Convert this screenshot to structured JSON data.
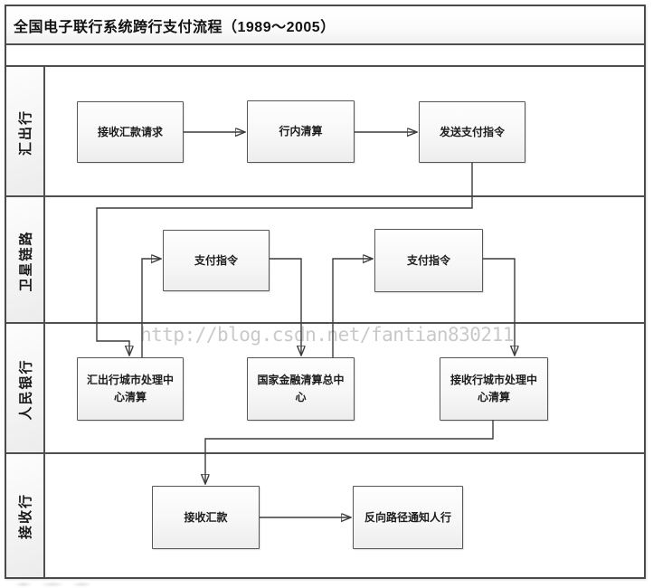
{
  "title": "全国电子联行系统跨行支付流程（1989～2005）",
  "watermark": "http://blog.csdn.net/fantian830211",
  "colors": {
    "frame_border": "#4a4a4a",
    "node_border": "#565656",
    "connector": "#3c3c3c",
    "watermark_text": "#c9c9c9"
  },
  "lanes": [
    {
      "label": "汇出行"
    },
    {
      "label": "卫星链路"
    },
    {
      "label": "人民银行"
    },
    {
      "label": "接收行"
    }
  ],
  "nodes": {
    "receive_request": "接收汇款请求",
    "intrabank_clearing": "行内清算",
    "send_instruction": "发送支付指令",
    "payment_instruction_1": "支付指令",
    "payment_instruction_2": "支付指令",
    "remitting_city_center": "汇出行城市处理中心清算",
    "national_clearing_center": "国家金融清算总中心",
    "receiving_city_center": "接收行城市处理中心清算",
    "receive_remittance": "接收汇款",
    "reverse_path_notify": "反向路径通知人行"
  },
  "edges": [
    {
      "from": "receive_request",
      "to": "intrabank_clearing"
    },
    {
      "from": "intrabank_clearing",
      "to": "send_instruction"
    },
    {
      "from": "send_instruction",
      "to": "remitting_city_center"
    },
    {
      "from": "remitting_city_center",
      "to": "payment_instruction_1"
    },
    {
      "from": "payment_instruction_1",
      "to": "national_clearing_center"
    },
    {
      "from": "national_clearing_center",
      "to": "payment_instruction_2"
    },
    {
      "from": "payment_instruction_2",
      "to": "receiving_city_center"
    },
    {
      "from": "receiving_city_center",
      "to": "receive_remittance"
    },
    {
      "from": "receive_remittance",
      "to": "reverse_path_notify"
    }
  ]
}
